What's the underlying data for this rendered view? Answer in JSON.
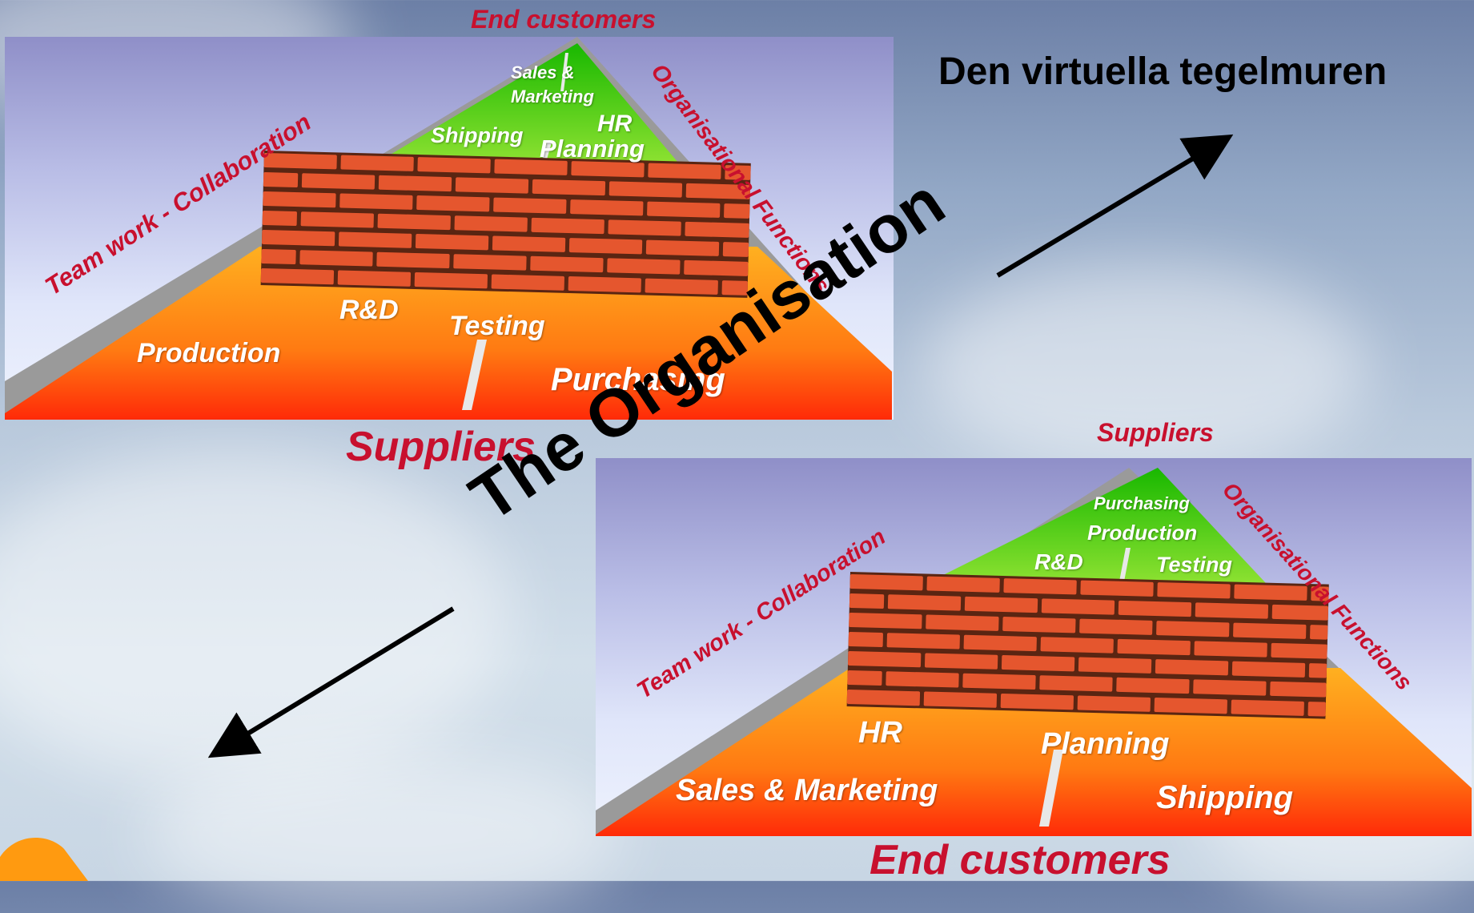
{
  "title": "Den virtuella tegelmuren",
  "center_label": "The Organisation",
  "colors": {
    "accent_red": "#c8102e",
    "pyramid_orange": "#ff8a1a",
    "pyramid_red": "#ff3a0a",
    "pyramid_green": "#48c800",
    "brick": "#e5562e"
  },
  "top_panel": {
    "apex_label": "End  customers",
    "base_label": "Suppliers",
    "left_side": "Team work - Collaboration",
    "right_side": "Organisational Functions",
    "tip": {
      "line1": "Sales &",
      "line2": "Marketing"
    },
    "upper": {
      "shipping": "Shipping",
      "hr": "HR",
      "planning": "Planning"
    },
    "lower": {
      "rd": "R&D",
      "testing": "Testing",
      "production": "Production",
      "purchasing": "Purchasing"
    }
  },
  "bottom_panel": {
    "apex_label": "Suppliers",
    "base_label": "End customers",
    "left_side": "Team work - Collaboration",
    "right_side": "Organisational Functions",
    "tip": {
      "line1": "Purchasing",
      "line2": "Production"
    },
    "upper": {
      "rd": "R&D",
      "testing": "Testing"
    },
    "lower": {
      "hr": "HR",
      "planning": "Planning",
      "sales": "Sales & Marketing",
      "shipping": "Shipping"
    }
  }
}
